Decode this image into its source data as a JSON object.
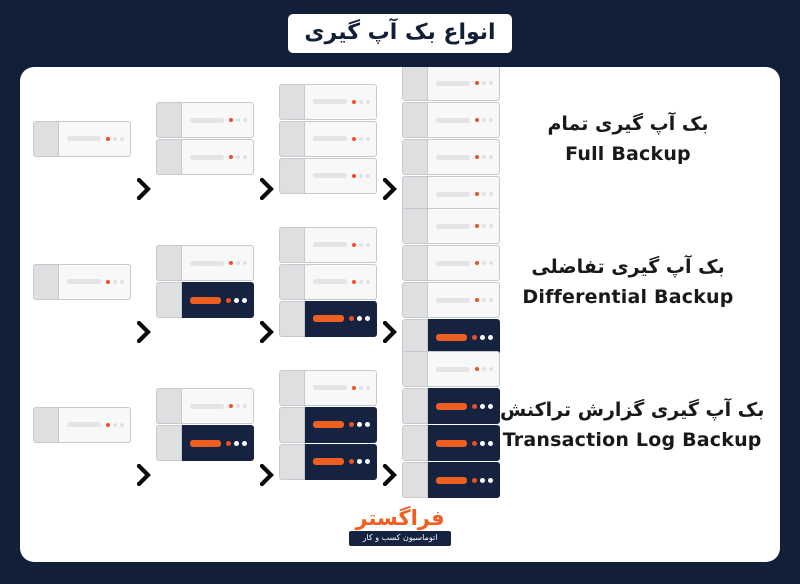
{
  "page": {
    "background_color": "#121f38",
    "card_color": "#ffffff",
    "accent_color": "#ef5f22",
    "dark_unit_color": "#152240"
  },
  "header": {
    "title": "انواع بک آپ گیری"
  },
  "rows": [
    {
      "label_fa": "بک آپ گیری تمام",
      "label_en": "Full Backup",
      "stacks": [
        {
          "light": 1,
          "dark": 0
        },
        {
          "light": 2,
          "dark": 0
        },
        {
          "light": 3,
          "dark": 0
        },
        {
          "light": 4,
          "dark": 0
        }
      ]
    },
    {
      "label_fa": "بک آپ گیری تفاضلی",
      "label_en": "Differential Backup",
      "stacks": [
        {
          "light": 1,
          "dark": 0
        },
        {
          "light": 1,
          "dark": 1
        },
        {
          "light": 2,
          "dark": 1
        },
        {
          "light": 3,
          "dark": 1
        }
      ]
    },
    {
      "label_fa": "بک آپ گیری گزارش تراکنش",
      "label_en": "Transaction Log Backup",
      "stacks": [
        {
          "light": 1,
          "dark": 0
        },
        {
          "light": 1,
          "dark": 1
        },
        {
          "light": 1,
          "dark": 2
        },
        {
          "light": 1,
          "dark": 3
        }
      ]
    }
  ],
  "separator_icon": "chevron-right-icon",
  "logo": {
    "name": "فراگستر",
    "tagline": "اتوماسیون کسب و کار"
  }
}
